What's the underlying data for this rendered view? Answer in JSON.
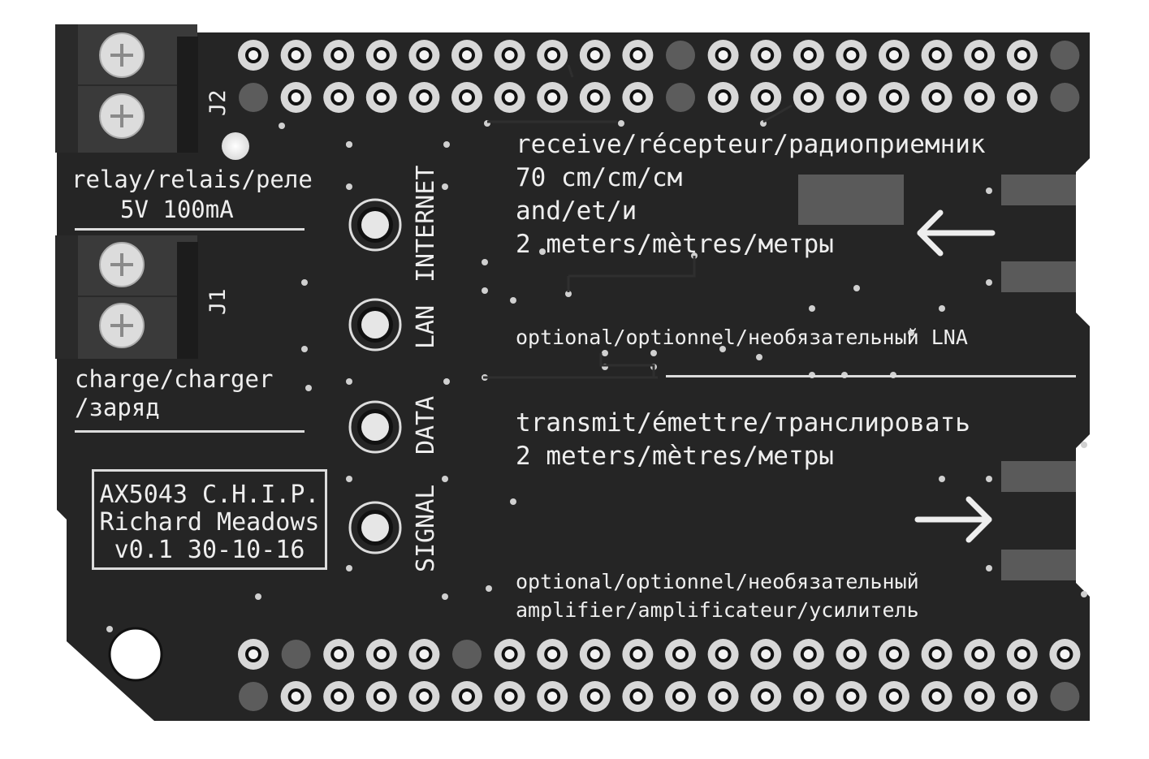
{
  "colors": {
    "board": "#252525",
    "silkscreen": "#eeeeee",
    "pad_ring": "#d8d8d8",
    "terminal_block": "#3c3c3c",
    "pad_block": "#5a5a5a"
  },
  "connectors": {
    "j2_ref": "J2",
    "j1_ref": "J1",
    "j2_caption_line1": "relay/relais/реле",
    "j2_caption_line2": "5V 100mA",
    "j1_caption_line1": "charge/charger",
    "j1_caption_line2": "/заряд"
  },
  "leds": {
    "internet": "INTERNET",
    "lan": "LAN",
    "data": "DATA",
    "signal": "SIGNAL"
  },
  "receive": {
    "line1": "receive/récepteur/радиоприемник",
    "line2": "70 cm/cm/см",
    "line3": "and/et/и",
    "line4": "2 meters/mètres/метры",
    "lna": "optional/optionnel/необязательный LNA",
    "arrow_icon": "arrow-left-icon"
  },
  "transmit": {
    "line1": "transmit/émettre/транслировать",
    "line2": "2 meters/mètres/метры",
    "amp_line1": "optional/optionnel/необязательный",
    "amp_line2": "amplifier/amplificateur/усилитель",
    "arrow_icon": "arrow-right-icon"
  },
  "chip_label": {
    "line1": "AX5043 C.H.I.P.",
    "line2": "Richard Meadows",
    "line3": "v0.1 30-10-16"
  }
}
